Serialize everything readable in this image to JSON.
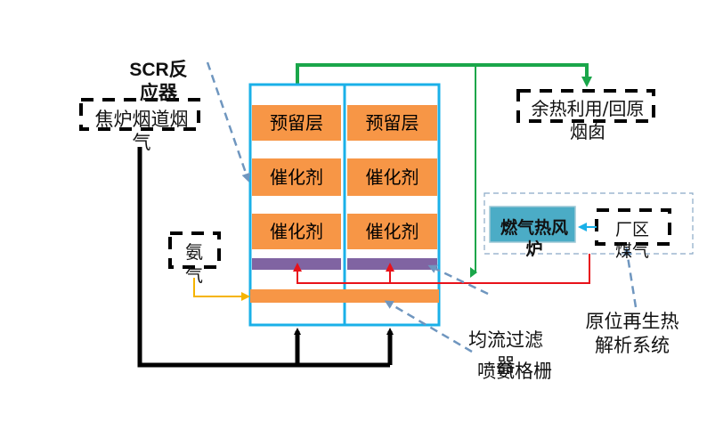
{
  "labels": {
    "scr_reactor": "SCR反应器",
    "coke_flue_gas": "焦炉烟道烟气",
    "ammonia": "氨气",
    "waste_heat": "余热利用/回原烟囱",
    "gas_heater": "燃气热风炉",
    "plant_gas": "厂区煤气",
    "regeneration": "原位再生热解析系统",
    "flow_filter": "均流过滤器",
    "ammonia_grid": "喷氨格栅"
  },
  "layers": {
    "reserve_left": "预留层",
    "reserve_right": "预留层",
    "catalyst1_left": "催化剂",
    "catalyst1_right": "催化剂",
    "catalyst2_left": "催化剂",
    "catalyst2_right": "催化剂"
  },
  "colors": {
    "reactor_border": "#1ab0e8",
    "layer_orange": "#f79646",
    "purple_layer": "#8064a2",
    "green_line": "#1aa64a",
    "red_line": "#e8121a",
    "yellow_line": "#f5b400",
    "black_line": "#000000",
    "heater_fill": "#4bacc6",
    "dashed_pointer": "#6f96bf"
  }
}
